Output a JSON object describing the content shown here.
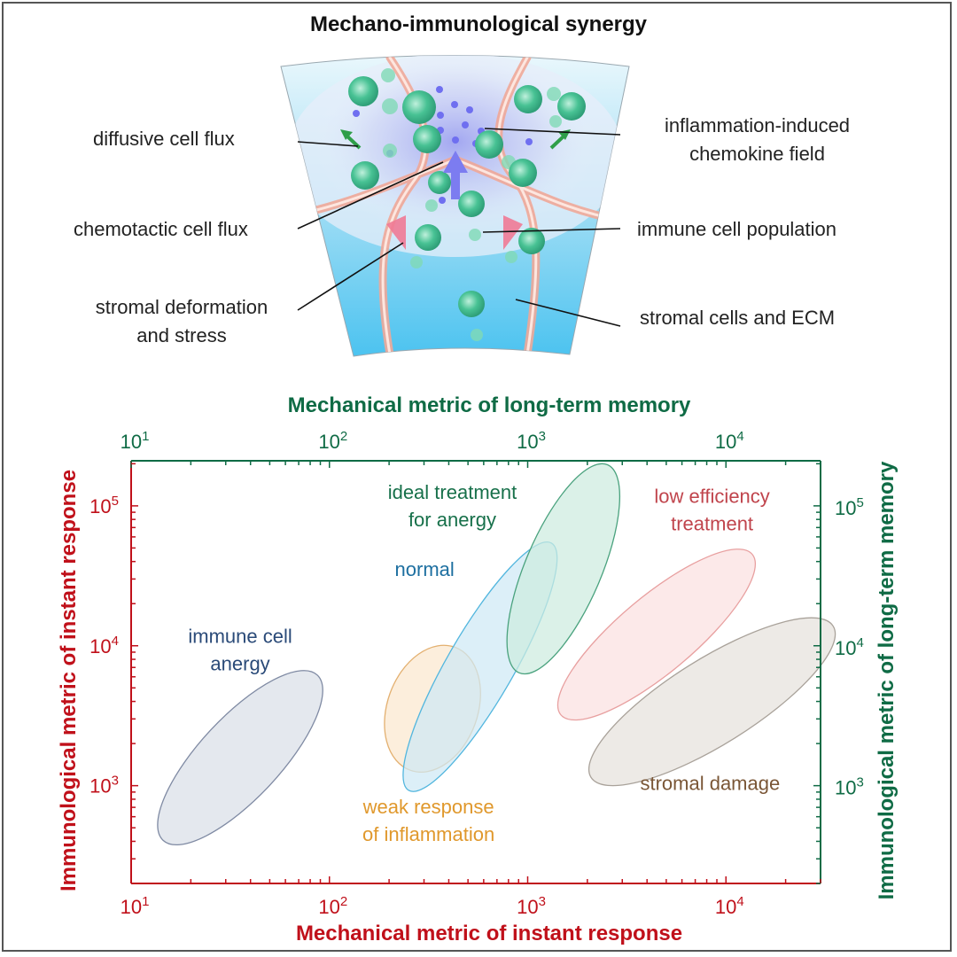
{
  "figure": {
    "title": "Mechano-immunological synergy",
    "illustration_labels": {
      "left": [
        {
          "text": [
            "diffusive cell flux"
          ]
        },
        {
          "text": [
            "chemotactic cell flux"
          ]
        },
        {
          "text": [
            "stromal deformation",
            "and stress"
          ]
        }
      ],
      "right": [
        {
          "text": [
            "inflammation-induced",
            "chemokine field"
          ]
        },
        {
          "text": [
            "immune cell population"
          ]
        },
        {
          "text": [
            "stromal cells and ECM"
          ]
        }
      ]
    },
    "colors": {
      "red_axis": "#c0101a",
      "green_axis": "#0f6b45",
      "chemokine": "#6f6ff0",
      "stroma_fiber": "#f0a898",
      "cell": "#3fbf90",
      "tissue_bg": "#5ccbf0"
    }
  },
  "chart_data": {
    "type": "scatter",
    "subtype": "log-log region map (ellipses)",
    "title": "",
    "xlabel": "Mechanical metric of instant response",
    "ylabel": "Immunological metric of instant response",
    "x2label": "Mechanical metric of long-term memory",
    "y2label": "Immunological metric of long-term memory",
    "xscale": "log",
    "yscale": "log",
    "xlim": [
      10,
      30000
    ],
    "ylim": [
      200,
      210000
    ],
    "x_ticks": [
      {
        "value": 10,
        "base": "10",
        "exp": "1"
      },
      {
        "value": 100,
        "base": "10",
        "exp": "2"
      },
      {
        "value": 1000,
        "base": "10",
        "exp": "3"
      },
      {
        "value": 10000,
        "base": "10",
        "exp": "4"
      }
    ],
    "x2_ticks": [
      {
        "value": 10,
        "base": "10",
        "exp": "1"
      },
      {
        "value": 100,
        "base": "10",
        "exp": "2"
      },
      {
        "value": 1000,
        "base": "10",
        "exp": "3"
      },
      {
        "value": 10000,
        "base": "10",
        "exp": "4"
      }
    ],
    "y_ticks": [
      {
        "value": 1000,
        "base": "10",
        "exp": "3"
      },
      {
        "value": 10000,
        "base": "10",
        "exp": "4"
      },
      {
        "value": 100000,
        "base": "10",
        "exp": "5"
      }
    ],
    "y2_ticks": [
      {
        "value": 1000,
        "base": "10",
        "exp": "3"
      },
      {
        "value": 10000,
        "base": "10",
        "exp": "4"
      },
      {
        "value": 100000,
        "base": "10",
        "exp": "5"
      }
    ],
    "grid": false,
    "regions": [
      {
        "name": "immune cell anergy",
        "label": [
          "immune cell",
          "anergy"
        ],
        "center_log": [
          1.55,
          3.2
        ],
        "semi_axes_dec": [
          0.95,
          0.34
        ],
        "angle_deg": 47,
        "fill": "#d9dfe8",
        "stroke": "#7f8aa3",
        "text_color": "#2a4a78",
        "label_pos_log": [
          1.55,
          4.02
        ]
      },
      {
        "name": "weak response of inflammation",
        "label": [
          "weak response",
          "of inflammation"
        ],
        "center_log": [
          2.52,
          3.55
        ],
        "semi_axes_dec": [
          0.55,
          0.38
        ],
        "angle_deg": 70,
        "fill": "#fbe8cf",
        "stroke": "#e3b070",
        "text_color": "#e0982c",
        "label_pos_log": [
          2.5,
          2.8
        ]
      },
      {
        "name": "normal",
        "label": [
          "normal"
        ],
        "center_log": [
          2.76,
          3.85
        ],
        "semi_axes_dec": [
          1.2,
          0.28
        ],
        "angle_deg": 60,
        "fill": "#cfe9f5",
        "stroke": "#52b6de",
        "text_color": "#1d6fa0",
        "label_pos_log": [
          2.48,
          4.5
        ]
      },
      {
        "name": "ideal treatment for anergy",
        "label": [
          "ideal treatment",
          "for anergy"
        ],
        "center_log": [
          3.18,
          4.55
        ],
        "semi_axes_dec": [
          0.95,
          0.32
        ],
        "angle_deg": 67,
        "fill": "#cdebdf",
        "stroke": "#4aa27e",
        "text_color": "#17704a",
        "label_pos_log": [
          2.62,
          5.05
        ]
      },
      {
        "name": "low efficiency treatment",
        "label": [
          "low efficiency",
          "treatment"
        ],
        "center_log": [
          3.65,
          4.08
        ],
        "semi_axes_dec": [
          1.05,
          0.32
        ],
        "angle_deg": 40,
        "fill": "#fbe0e0",
        "stroke": "#e8a0a0",
        "text_color": "#c0444c",
        "label_pos_log": [
          3.93,
          5.02
        ]
      },
      {
        "name": "stromal damage",
        "label": [
          "stromal damage"
        ],
        "center_log": [
          3.93,
          3.6
        ],
        "semi_axes_dec": [
          1.2,
          0.36
        ],
        "angle_deg": 32,
        "fill": "#e6e2dc",
        "stroke": "#a9a29a",
        "text_color": "#7a5636",
        "label_pos_log": [
          3.92,
          2.97
        ]
      }
    ]
  }
}
